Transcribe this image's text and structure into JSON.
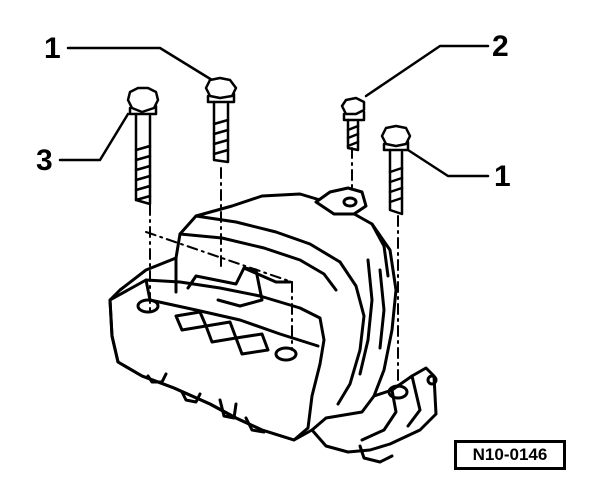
{
  "callouts": [
    {
      "id": "c1a",
      "text": "1"
    },
    {
      "id": "c2",
      "text": "2"
    },
    {
      "id": "c3",
      "text": "3"
    },
    {
      "id": "c1b",
      "text": "1"
    }
  ],
  "reference_code": "N10-0146",
  "colors": {
    "ink": "#000000",
    "paper": "#ffffff"
  }
}
